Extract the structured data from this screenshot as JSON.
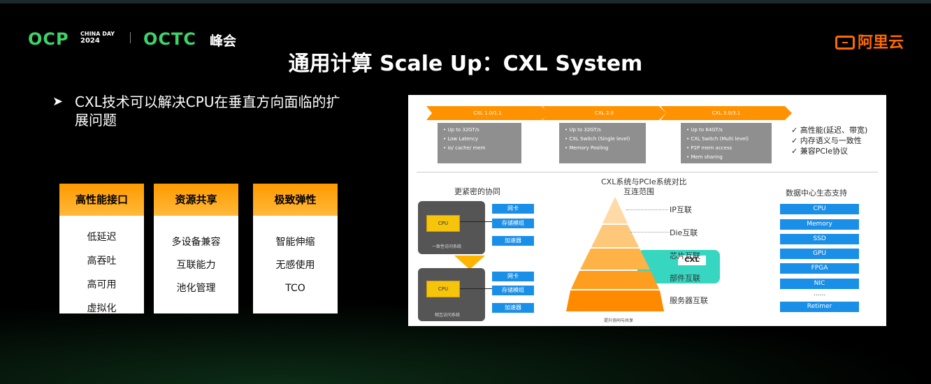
{
  "header": {
    "ocp": "OCP",
    "china_day": "CHINA DAY",
    "year": "2024",
    "octc": "OCTC",
    "octc_suffix": "峰会",
    "aliyun": "阿里云"
  },
  "title": "通用计算 Scale Up：CXL System",
  "bullet": {
    "arrow": "➤",
    "text": "CXL技术可以解决CPU在垂直方向面临的扩展问题"
  },
  "cards": [
    {
      "header": "高性能接口",
      "items": [
        "低延迟",
        "高吞吐",
        "高可用",
        "虚拟化"
      ]
    },
    {
      "header": "资源共享",
      "items": [
        "多设备兼容",
        "互联能力",
        "池化管理"
      ]
    },
    {
      "header": "极致弹性",
      "items": [
        "智能伸缩",
        "无感使用",
        "TCO"
      ]
    }
  ],
  "diagram": {
    "versions": [
      {
        "label": "CXL 1.0/1.1",
        "features": [
          "Up to 32GT/s",
          "Low Latency",
          "io/ cache/ mem"
        ]
      },
      {
        "label": "CXL 2.0",
        "features": [
          "Up to 32GT/s",
          "CXL Switch (Single level)",
          "Memory Pooling"
        ]
      },
      {
        "label": "CXL 3.0/3.1",
        "features": [
          "Up to 64GT/s",
          "CXL Switch (Multi level)",
          "P2P mem access",
          "Mem sharing"
        ]
      }
    ],
    "checks": [
      "✓ 高性能(延迟、带宽)",
      "✓ 内存语义与一致性",
      "✓ 兼容PCIe协议"
    ],
    "compare_title": "CXL系统与PCIe系统对比",
    "left": {
      "title": "更紧密的协同",
      "cpu": "CPU",
      "devices": [
        "网卡",
        "存储模组",
        "加速器"
      ],
      "top_caption": "一致性访问系统",
      "bottom_caption": "相互访问系统"
    },
    "center": {
      "title": "互连范围",
      "levels": [
        "IP互联",
        "Die互联",
        "芯片互联",
        "部件互联",
        "服务器互联"
      ],
      "cxl_logo": "CXL",
      "footer": "提升协同与共享"
    },
    "right": {
      "title": "数据中心生态支持",
      "items": [
        "CPU",
        "Memory",
        "SSD",
        "GPU",
        "FPGA",
        "NIC",
        "......",
        "Retimer"
      ]
    }
  },
  "colors": {
    "accent_green": "#3dd36a",
    "orange": "#ff9200",
    "blue": "#1a8fe8",
    "aliyun_orange": "#ff6a00"
  }
}
